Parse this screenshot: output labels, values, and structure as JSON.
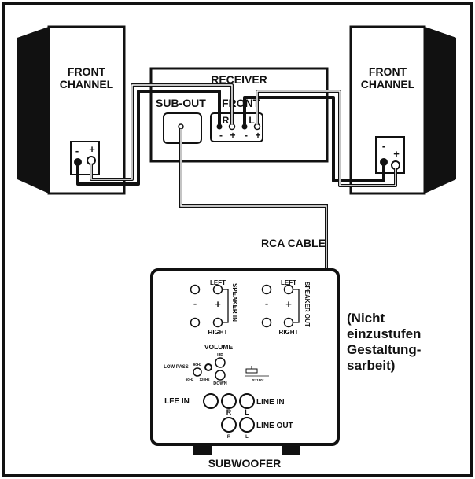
{
  "speakers": {
    "left": {
      "label_line1": "FRONT",
      "label_line2": "CHANNEL",
      "minus": "-",
      "plus": "+"
    },
    "right": {
      "label_line1": "FRONT",
      "label_line2": "CHANNEL",
      "minus": "-",
      "plus": "+"
    }
  },
  "receiver": {
    "title": "RECEIVER",
    "sub_out": "SUB-OUT",
    "front": "FRONT",
    "r": "R",
    "l": "L",
    "minus": "-",
    "plus": "+"
  },
  "cable_label": "RCA CABLE",
  "subwoofer": {
    "name": "SUBWOOFER",
    "left": "LEFT",
    "right": "RIGHT",
    "minus": "-",
    "plus": "+",
    "speaker_in": "SPEAKER IN",
    "speaker_out": "SPEAKER OUT",
    "volume": "VOLUME",
    "up": "UP",
    "down": "DOWN",
    "low_pass": "LOW PASS",
    "lp_mid": "90Hz",
    "lp_low": "60Hz",
    "lp_high": "120Hz",
    "phase": "0°  180°",
    "lfe_in": "LFE IN",
    "line_in": "LINE IN",
    "line_out": "LINE OUT",
    "r": "R",
    "l": "L"
  },
  "note": {
    "line1": "(Nicht",
    "line2": "einzustufen",
    "line3": "Gestaltung-",
    "line4": "sarbeit)"
  }
}
